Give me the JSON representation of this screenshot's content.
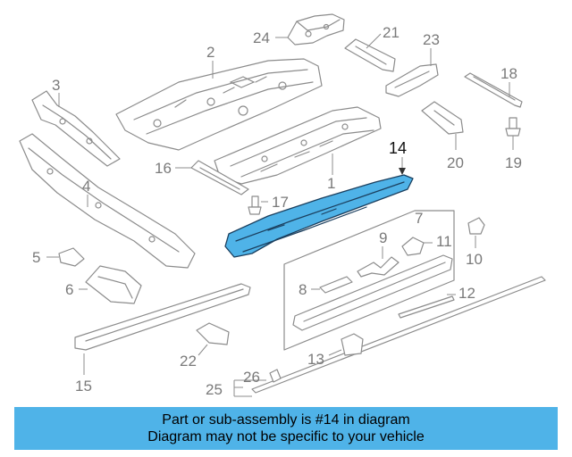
{
  "diagram": {
    "highlighted_part": "14",
    "highlight_color": "#4fb3e8",
    "callouts": {
      "c1": "1",
      "c2": "2",
      "c3": "3",
      "c4": "4",
      "c5": "5",
      "c6": "6",
      "c7": "7",
      "c8": "8",
      "c9": "9",
      "c10": "10",
      "c11": "11",
      "c12": "12",
      "c13": "13",
      "c14": "14",
      "c15": "15",
      "c16": "16",
      "c17": "17",
      "c18": "18",
      "c19": "19",
      "c20": "20",
      "c21": "21",
      "c22": "22",
      "c23": "23",
      "c24": "24",
      "c25": "25",
      "c26": "26"
    }
  },
  "banner": {
    "background": "#4fb3e8",
    "line1": "Part or sub-assembly is #14 in diagram",
    "line2": "Diagram may not be specific to your vehicle"
  }
}
